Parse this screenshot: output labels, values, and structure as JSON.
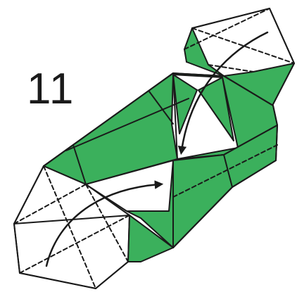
{
  "diagram": {
    "step_number": "11",
    "colors": {
      "paper_color": "#3bb05c",
      "paper_back": "#ffffff",
      "outline": "#1a1a1a"
    },
    "arrows": [
      "arrow-fold-inward-top",
      "arrow-fold-inward-bottom"
    ]
  }
}
